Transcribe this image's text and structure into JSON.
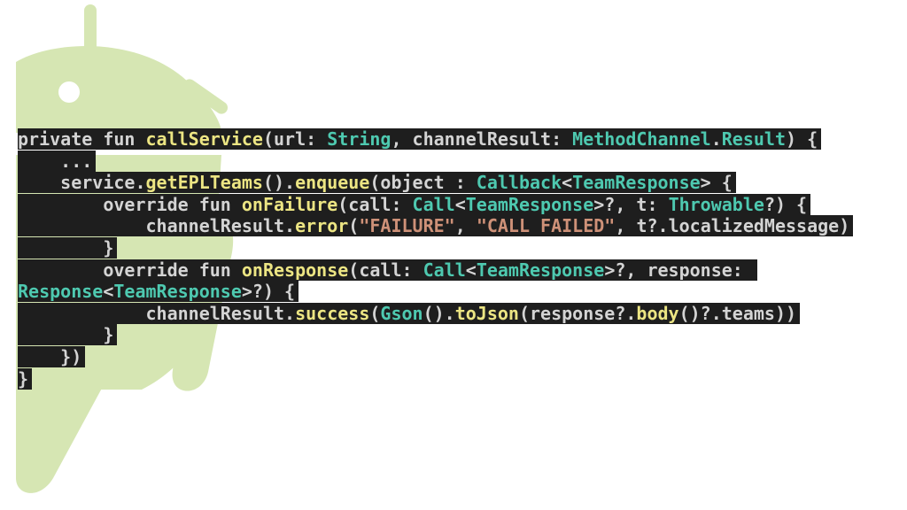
{
  "logo": {
    "icon": "android-robot-icon",
    "color": "#d6e6b3"
  },
  "colors": {
    "code_background": "#1e1e1e",
    "plain": "#e6e6e6",
    "function": "#ece583",
    "type": "#4ec9b0",
    "string": "#ce9178"
  },
  "code": {
    "lines": [
      [
        {
          "t": "private fun ",
          "c": "kw"
        },
        {
          "t": "callService",
          "c": "fn"
        },
        {
          "t": "(url: ",
          "c": "kw"
        },
        {
          "t": "String",
          "c": "type"
        },
        {
          "t": ", channelResult: ",
          "c": "kw"
        },
        {
          "t": "MethodChannel",
          "c": "type"
        },
        {
          "t": ".",
          "c": "kw"
        },
        {
          "t": "Result",
          "c": "type"
        },
        {
          "t": ") {",
          "c": "kw"
        }
      ],
      [
        {
          "t": "    ...",
          "c": "kw"
        }
      ],
      [
        {
          "t": "    service.",
          "c": "kw"
        },
        {
          "t": "getEPLTeams",
          "c": "fn"
        },
        {
          "t": "().",
          "c": "kw"
        },
        {
          "t": "enqueue",
          "c": "fn"
        },
        {
          "t": "(object : ",
          "c": "kw"
        },
        {
          "t": "Callback",
          "c": "type"
        },
        {
          "t": "<",
          "c": "kw"
        },
        {
          "t": "TeamResponse",
          "c": "type"
        },
        {
          "t": "> {",
          "c": "kw"
        }
      ],
      [
        {
          "t": "        override fun ",
          "c": "kw"
        },
        {
          "t": "onFailure",
          "c": "fn"
        },
        {
          "t": "(call: ",
          "c": "kw"
        },
        {
          "t": "Call",
          "c": "type"
        },
        {
          "t": "<",
          "c": "kw"
        },
        {
          "t": "TeamResponse",
          "c": "type"
        },
        {
          "t": ">?, t: ",
          "c": "kw"
        },
        {
          "t": "Throwable",
          "c": "type"
        },
        {
          "t": "?) {",
          "c": "kw"
        }
      ],
      [
        {
          "t": "            channelResult.",
          "c": "kw"
        },
        {
          "t": "error",
          "c": "fn"
        },
        {
          "t": "(",
          "c": "kw"
        },
        {
          "t": "\"FAILURE\"",
          "c": "str"
        },
        {
          "t": ", ",
          "c": "kw"
        },
        {
          "t": "\"CALL FAILED\"",
          "c": "str"
        },
        {
          "t": ", t?.localizedMessage)",
          "c": "kw"
        }
      ],
      [
        {
          "t": "        }",
          "c": "kw"
        }
      ],
      [
        {
          "t": "        override fun ",
          "c": "kw"
        },
        {
          "t": "onResponse",
          "c": "fn"
        },
        {
          "t": "(call: ",
          "c": "kw"
        },
        {
          "t": "Call",
          "c": "type"
        },
        {
          "t": "<",
          "c": "kw"
        },
        {
          "t": "TeamResponse",
          "c": "type"
        },
        {
          "t": ">?, response: ",
          "c": "kw"
        }
      ],
      [
        {
          "t": "Response",
          "c": "type"
        },
        {
          "t": "<",
          "c": "kw"
        },
        {
          "t": "TeamResponse",
          "c": "type"
        },
        {
          "t": ">?) {",
          "c": "kw"
        }
      ],
      [
        {
          "t": "            channelResult.",
          "c": "kw"
        },
        {
          "t": "success",
          "c": "fn"
        },
        {
          "t": "(",
          "c": "kw"
        },
        {
          "t": "Gson",
          "c": "type"
        },
        {
          "t": "().",
          "c": "kw"
        },
        {
          "t": "toJson",
          "c": "fn"
        },
        {
          "t": "(response?.",
          "c": "kw"
        },
        {
          "t": "body",
          "c": "fn"
        },
        {
          "t": "()?.teams))",
          "c": "kw"
        }
      ],
      [
        {
          "t": "        }",
          "c": "kw"
        }
      ],
      [
        {
          "t": "    })",
          "c": "kw"
        }
      ],
      [
        {
          "t": "}",
          "c": "kw"
        }
      ]
    ]
  }
}
